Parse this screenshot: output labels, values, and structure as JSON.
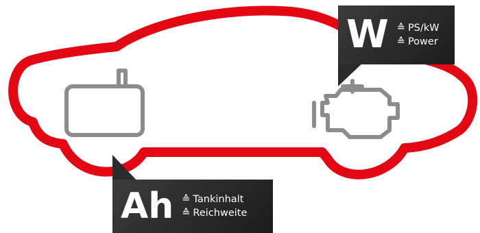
{
  "colors": {
    "car_outline": "#e30613",
    "icon_gray": "#8c8c8c",
    "callout_bg": "#2b2b2b",
    "callout_text": "#ffffff"
  },
  "icons": {
    "battery": "battery-icon",
    "engine": "engine-icon"
  },
  "power_callout": {
    "symbol": "W",
    "lines": [
      {
        "mark": "≙",
        "text": "PS/kW"
      },
      {
        "mark": "≙",
        "text": "Power"
      }
    ]
  },
  "capacity_callout": {
    "symbol": "Ah",
    "lines": [
      {
        "mark": "≙",
        "text": "Tankinhalt"
      },
      {
        "mark": "≙",
        "text": "Reichweite"
      }
    ]
  }
}
